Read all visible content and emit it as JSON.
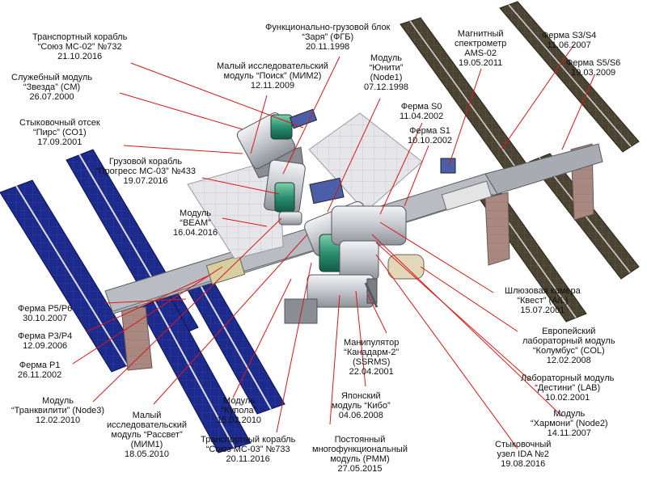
{
  "diagram": {
    "leader_color": "#d81818",
    "solar_blue": "#1c2a8c",
    "solar_gold": "#4a4232",
    "module_grey": "#c8cbd0",
    "radiator_white": "#e6e6ea",
    "labels": {
      "soyuz_ms02": [
        "Транспортный корабль",
        "“Союз МС-02” №732",
        "21.10.2016"
      ],
      "zvezda": [
        "Служебный модуль",
        "“Звезда” (СМ)",
        "26.07.2000"
      ],
      "pirs": [
        "Стыковочный отсек",
        "“Пирс” (СО1)",
        "17.09.2001"
      ],
      "progress_ms03": [
        "Грузовой корабль",
        "“Прогресс МС-03” №433",
        "19.07.2016"
      ],
      "beam": [
        "Модуль",
        "“BEAM”",
        "16.04.2016"
      ],
      "zarya": [
        "Функционально-грузовой блок",
        "“Заря” (ФГБ)",
        "20.11.1998"
      ],
      "poisk": [
        "Малый исследовательский",
        "модуль “Поиск” (МИМ2)",
        "12.11.2009"
      ],
      "unity": [
        "Модуль",
        "“Юнити”",
        "(Node1)",
        "07.12.1998"
      ],
      "s0": [
        "Ферма S0",
        "11.04.2002"
      ],
      "s1": [
        "Ферма S1",
        "10.10.2002"
      ],
      "ams02": [
        "Магнитный",
        "спектрометр",
        "AMS-02",
        "19.05.2011"
      ],
      "s3s4": [
        "Ферма S3/S4",
        "11.06.2007"
      ],
      "s5s6": [
        "Ферма S5/S6",
        "19.03.2009"
      ],
      "p5p6": [
        "Ферма P5/P6",
        "30.10.2007"
      ],
      "p3p4": [
        "Ферма P3/P4",
        "12.09.2006"
      ],
      "p1": [
        "Ферма P1",
        "26.11.2002"
      ],
      "quest": [
        "Шлюзовая камера",
        "“Квест” (A/L)",
        "15.07.2001"
      ],
      "columbus": [
        "Европейский",
        "лабораторный модуль",
        "“Колумбус” (COL)",
        "12.02.2008"
      ],
      "destiny": [
        "Лабораторный модуль",
        "“Дестини” (LAB)",
        "10.02.2001"
      ],
      "harmony": [
        "Модуль",
        "“Хармони” (Node2)",
        "14.11.2007"
      ],
      "ida2": [
        "Стыковочный",
        "узел IDA №2",
        "19.08.2016"
      ],
      "canadarm2": [
        "Манипулятор",
        "“Канадарм-2”",
        "(SSRMS)",
        "22.04.2001"
      ],
      "kibo": [
        "Японский",
        "модуль “Кибо”",
        "04.06.2008"
      ],
      "pmm": [
        "Постоянный",
        "многофункциональный",
        "модуль (PMM)",
        "27.05.2015"
      ],
      "soyuz_ms03": [
        "Транспортный корабль",
        "“Союз МС-03” №733",
        "20.11.2016"
      ],
      "cupola": [
        "Модуль",
        "“Купола”",
        "15.02.2010"
      ],
      "rassvet": [
        "Малый",
        "исследовательский",
        "модуль “Рассвет”",
        "(МИМ1)",
        "18.05.2010"
      ],
      "tranquility": [
        "Модуль",
        "“Транквилити” (Node3)",
        "12.02.2010"
      ]
    }
  }
}
